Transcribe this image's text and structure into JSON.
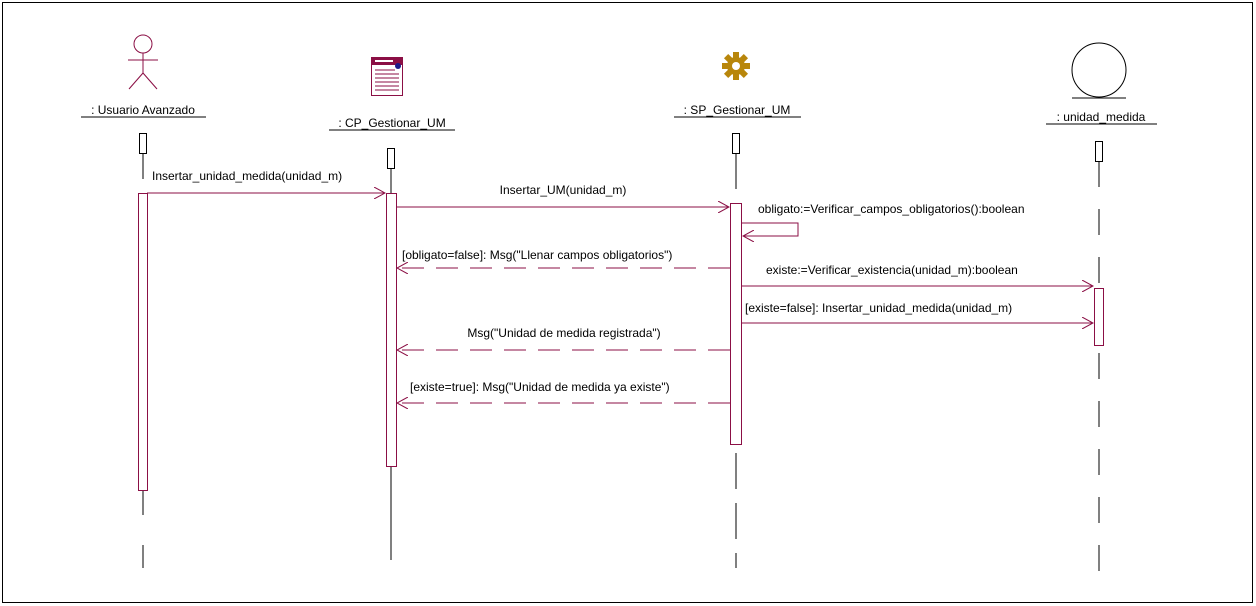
{
  "colors": {
    "frame": "#000000",
    "message": "#8b0f45",
    "lifeline": "#000000",
    "activation": "#8b0f45",
    "actor": "#8b0f45",
    "control_icon": "#b8860b",
    "entity_icon": "#000000",
    "boundary_icon": "#8b0f45"
  },
  "participants": [
    {
      "id": "usuario",
      "label": ": Usuario Avanzado",
      "icon": "actor-icon"
    },
    {
      "id": "cp",
      "label": ": CP_Gestionar_UM",
      "icon": "boundary-form-icon"
    },
    {
      "id": "sp",
      "label": ": SP_Gestionar_UM",
      "icon": "control-gear-icon"
    },
    {
      "id": "um",
      "label": ": unidad_medida",
      "icon": "entity-circle-icon"
    }
  ],
  "messages": [
    {
      "id": "m1",
      "label": "Insertar_unidad_medida(unidad_m)",
      "from": "usuario",
      "to": "cp",
      "kind": "call"
    },
    {
      "id": "m2",
      "label": "Insertar_UM(unidad_m)",
      "from": "cp",
      "to": "sp",
      "kind": "call"
    },
    {
      "id": "m3",
      "label": "obligato:=Verificar_campos_obligatorios():boolean",
      "from": "sp",
      "to": "sp",
      "kind": "self"
    },
    {
      "id": "m4",
      "label": "[obligato=false]: Msg(\"Llenar campos obligatorios\")",
      "from": "sp",
      "to": "cp",
      "kind": "return"
    },
    {
      "id": "m5",
      "label": "existe:=Verificar_existencia(unidad_m):boolean",
      "from": "sp",
      "to": "um",
      "kind": "call"
    },
    {
      "id": "m6",
      "label": "[existe=false]: Insertar_unidad_medida(unidad_m)",
      "from": "sp",
      "to": "um",
      "kind": "call"
    },
    {
      "id": "m7",
      "label": "Msg(\"Unidad de medida registrada\")",
      "from": "sp",
      "to": "cp",
      "kind": "return"
    },
    {
      "id": "m8",
      "label": "[existe=true]: Msg(\"Unidad de medida ya existe\")",
      "from": "sp",
      "to": "cp",
      "kind": "return"
    }
  ]
}
